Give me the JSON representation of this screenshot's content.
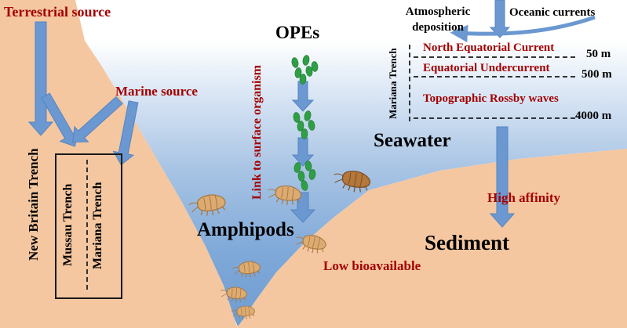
{
  "colors": {
    "land": "#f4c7a1",
    "water_deep": "#6f9cd0",
    "water_light": "#dbe7f5",
    "arrow_blue": "#6b98d0",
    "accent_red": "#a30000",
    "ope_green": "#2f9e44",
    "amphipod_tan": "#dcab72",
    "amphipod_brown": "#b4773c"
  },
  "labels": {
    "terrestrial_source": "Terrestrial source",
    "marine_source": "Marine source",
    "opes": "OPEs",
    "link_surface": "Link to surface organism",
    "amphipods": "Amphipods",
    "low_bioavailable": "Low bioavailable",
    "atmospheric_1": "Atmospheric",
    "atmospheric_2": "deposition",
    "oceanic_currents": "Oceanic currents",
    "seawater": "Seawater",
    "sediment": "Sediment",
    "high_affinity": "High affinity"
  },
  "left_trenches": [
    "New Britain Trench",
    "Mussau Trench",
    "Mariana Trench"
  ],
  "right_trench": "Mariana Trench",
  "currents": [
    {
      "name": "North Equatorial Current",
      "depth": "50 m"
    },
    {
      "name": "Equatorial Undercurrent",
      "depth": "500 m"
    },
    {
      "name": "Topographic Rossby waves",
      "depth": "4000 m"
    }
  ]
}
